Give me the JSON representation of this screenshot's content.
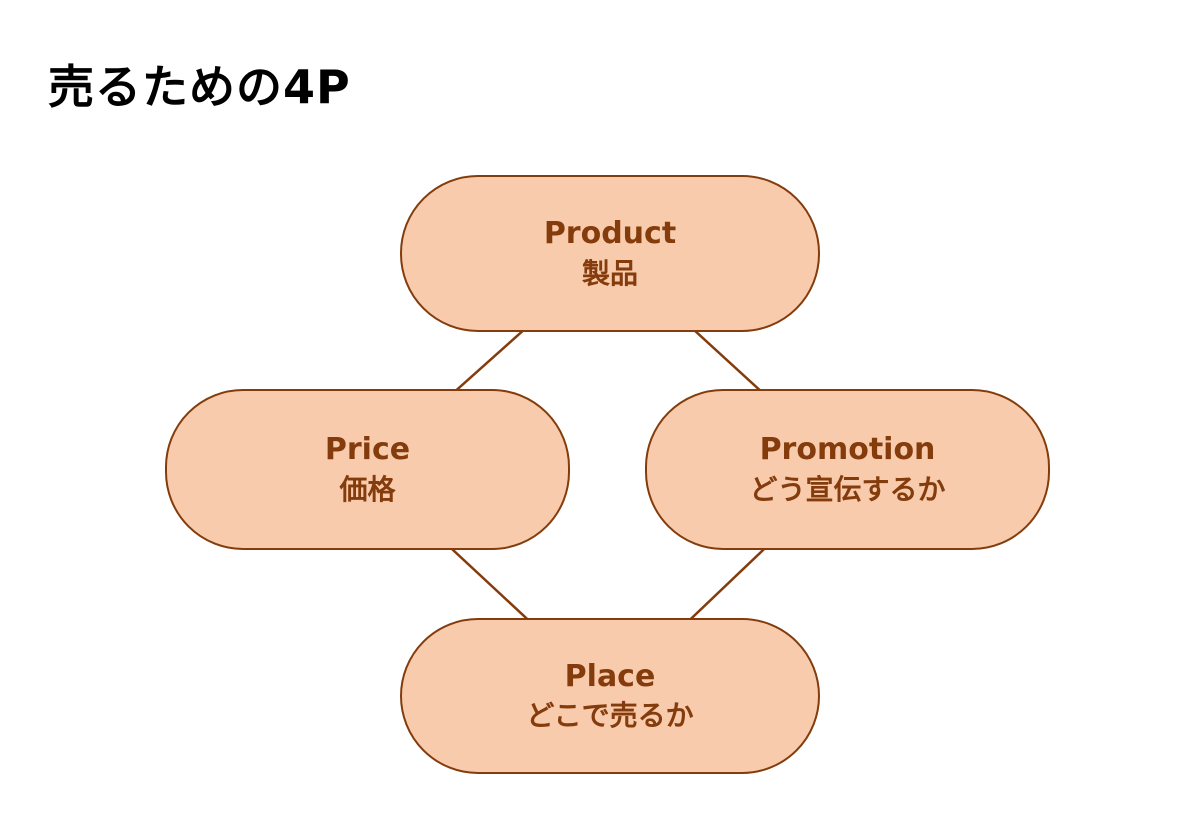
{
  "title": "売るための4P",
  "colors": {
    "node_fill": "#F8CBAD",
    "node_border": "#843C0C",
    "node_text": "#843C0C",
    "connector": "#843C0C",
    "title_text": "#000000",
    "background": "#FFFFFF"
  },
  "diagram": {
    "type": "diamond-relationship",
    "nodes": [
      {
        "id": "product",
        "label": "Product",
        "sublabel": "製品",
        "position": "top"
      },
      {
        "id": "price",
        "label": "Price",
        "sublabel": "価格",
        "position": "left"
      },
      {
        "id": "promotion",
        "label": "Promotion",
        "sublabel": "どう宣伝するか",
        "position": "right"
      },
      {
        "id": "place",
        "label": "Place",
        "sublabel": "どこで売るか",
        "position": "bottom"
      }
    ],
    "connections": [
      [
        "product",
        "price"
      ],
      [
        "product",
        "promotion"
      ],
      [
        "price",
        "place"
      ],
      [
        "promotion",
        "place"
      ]
    ]
  }
}
